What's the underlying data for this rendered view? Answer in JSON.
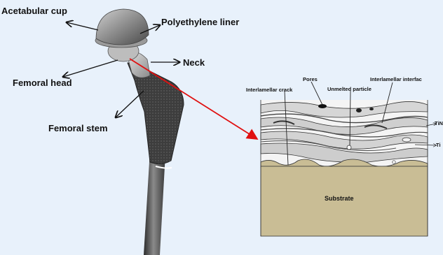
{
  "labels": {
    "acetabular_cup": "Acetabular cup",
    "polyethylene_liner": "Polyethylene liner",
    "neck": "Neck",
    "femoral_head": "Femoral head",
    "femoral_stem": "Femoral stem"
  },
  "coating": {
    "pores": "Pores",
    "interlamellar_crack": "Interlamellar crack",
    "unmelted_particle": "Unmelted particle",
    "interlamellar_interface": "Interlamellar interfac",
    "ti_label_1": "TiN",
    "ti_label_2": "Ti",
    "substrate": "Substrate"
  },
  "colors": {
    "background": "#e8f1fb",
    "pointer_arrow": "#e01010",
    "substrate": "#c9bd95",
    "implant_dark": "#4a4a4a"
  }
}
